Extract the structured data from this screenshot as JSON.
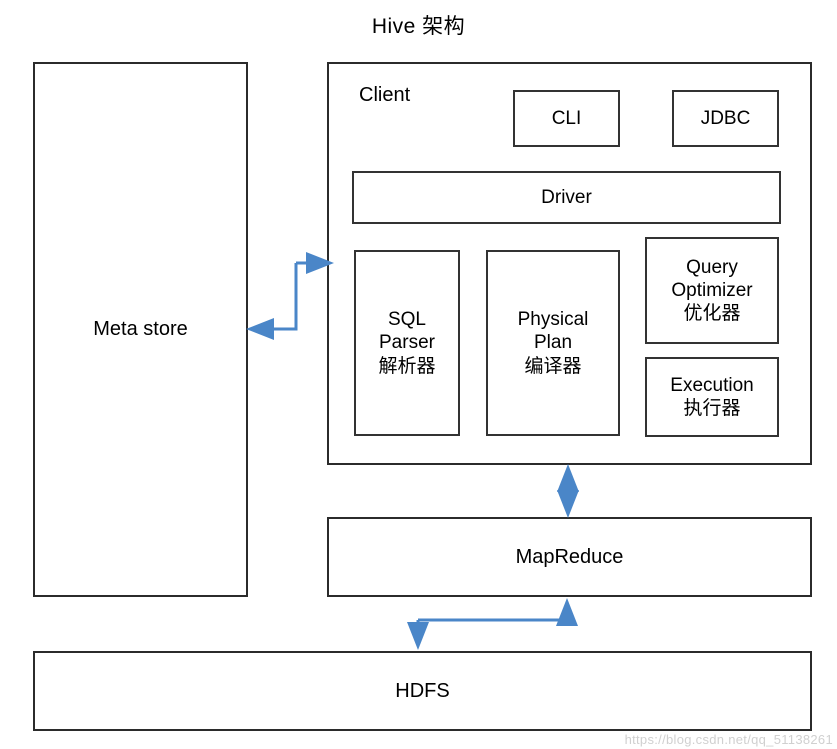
{
  "diagram": {
    "title": "Hive 架构",
    "accent_color": "#4a86c8",
    "box_border_color": "#2b2b2b",
    "background_color": "#ffffff"
  },
  "metastore": {
    "label": "Meta store"
  },
  "client": {
    "label": "Client",
    "interfaces": [
      {
        "label": "CLI"
      },
      {
        "label": "JDBC"
      }
    ],
    "driver": {
      "label": "Driver"
    },
    "components": [
      {
        "line1": "SQL",
        "line2": "Parser",
        "line3": "解析器"
      },
      {
        "line1": "Physical",
        "line2": "Plan",
        "line3": "编译器"
      },
      {
        "line1": "Query",
        "line2": "Optimizer",
        "line3": "优化器"
      },
      {
        "line1": "Execution",
        "line2": "执行器"
      }
    ]
  },
  "mapreduce": {
    "label": "MapReduce"
  },
  "hdfs": {
    "label": "HDFS"
  },
  "watermark": {
    "text": "https://blog.csdn.net/qq_51138261"
  }
}
